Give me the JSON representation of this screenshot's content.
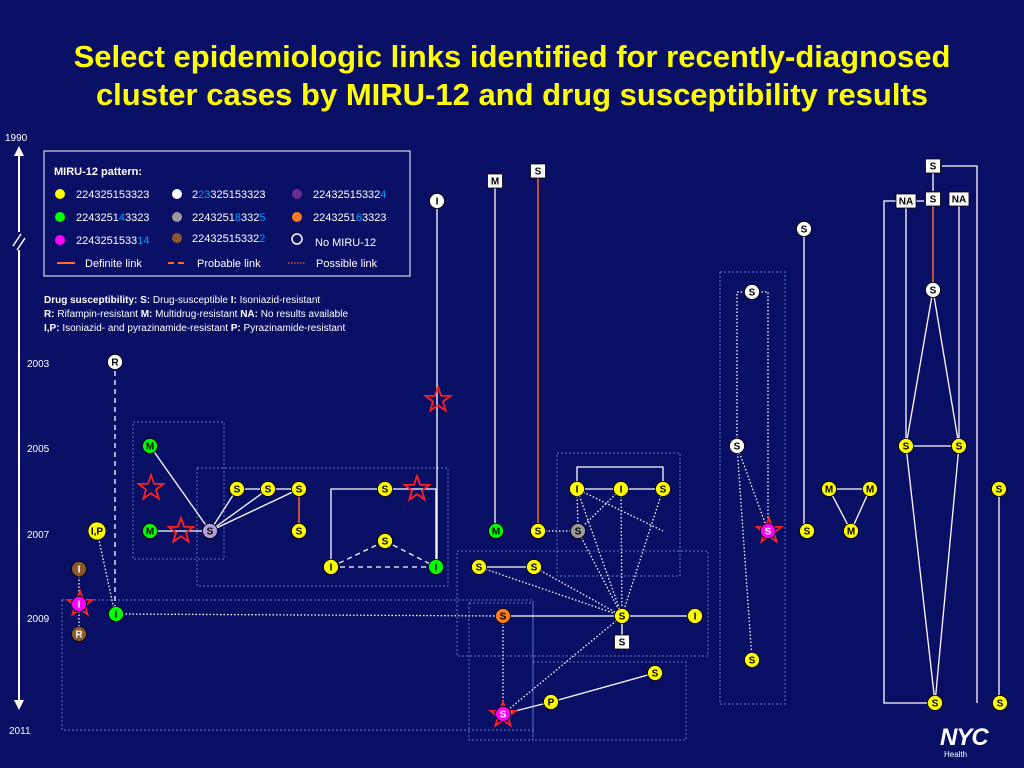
{
  "title": {
    "line1": "Select epidemiologic links identified for recently-diagnosed",
    "line2": "cluster cases by MIRU-12 and drug susceptibility results"
  },
  "timeline": {
    "years": [
      {
        "id": "y1990",
        "label": "1990"
      },
      {
        "id": "y2003",
        "label": "2003"
      },
      {
        "id": "y2005",
        "label": "2005"
      },
      {
        "id": "y2007",
        "label": "2007"
      },
      {
        "id": "y2009",
        "label": "2009"
      },
      {
        "id": "y2011",
        "label": "2011"
      }
    ]
  },
  "legend": {
    "heading": "MIRU-12 pattern:",
    "patterns": [
      {
        "key": "yellow",
        "color": "#ffff00",
        "parts": [
          {
            "t": "224325153323"
          }
        ]
      },
      {
        "key": "white",
        "color": "#ffffff",
        "parts": [
          {
            "t": "2"
          },
          {
            "t": "23",
            "hl": true
          },
          {
            "t": "325153323"
          }
        ]
      },
      {
        "key": "purple",
        "color": "#6a2d8c",
        "parts": [
          {
            "t": "22432515332"
          },
          {
            "t": "4",
            "hl": true
          }
        ]
      },
      {
        "key": "green",
        "color": "#00ff00",
        "parts": [
          {
            "t": "2243251"
          },
          {
            "t": "4",
            "hl": true
          },
          {
            "t": "3323"
          }
        ]
      },
      {
        "key": "gray",
        "color": "#9a9a9a",
        "parts": [
          {
            "t": "2243251"
          },
          {
            "t": "8",
            "hl": true
          },
          {
            "t": "332"
          },
          {
            "t": "5",
            "hl": true
          }
        ]
      },
      {
        "key": "orange",
        "color": "#ff7a20",
        "parts": [
          {
            "t": "2243251"
          },
          {
            "t": "6",
            "hl": true
          },
          {
            "t": "3323"
          }
        ]
      },
      {
        "key": "magenta",
        "color": "#ff00ff",
        "parts": [
          {
            "t": "2243251533"
          },
          {
            "t": "1",
            "hl": true
          },
          {
            "t": "4",
            "hl": true
          }
        ]
      },
      {
        "key": "brown",
        "color": "#8b5a2b",
        "parts": [
          {
            "t": "22432515332"
          },
          {
            "t": "2",
            "hl": true
          }
        ]
      },
      {
        "key": "nomiru",
        "color": "#ffffff",
        "outline": true,
        "parts": [
          {
            "t": "No MIRU-12"
          }
        ]
      }
    ],
    "links": [
      {
        "key": "definite",
        "label": "Definite link"
      },
      {
        "key": "probable",
        "label": "Probable link"
      },
      {
        "key": "possible",
        "label": "Possible link"
      }
    ],
    "highlight_color": "#00a0ff",
    "link_color": "#ff6a2a"
  },
  "drug": {
    "line1": [
      {
        "b": "Drug susceptibility:  S:"
      },
      {
        "t": " Drug-susceptible   "
      },
      {
        "b": "I:"
      },
      {
        "t": " Isoniazid-resistant"
      }
    ],
    "line2": [
      {
        "b": "R:"
      },
      {
        "t": " Rifampin-resistant   "
      },
      {
        "b": "M:"
      },
      {
        "t": " Multidrug-resistant   "
      },
      {
        "b": "NA:"
      },
      {
        "t": " No results available"
      }
    ],
    "line3": [
      {
        "b": "I,P:"
      },
      {
        "t": " Isoniazid- and pyrazinamide-resistant   "
      },
      {
        "b": "P:"
      },
      {
        "t": " Pyrazinamide-resistant"
      }
    ]
  },
  "colors": {
    "yellow": "#ffff00",
    "white": "#ffffff",
    "purple": "#6a2d8c",
    "green": "#00ff00",
    "gray": "#9a9a9a",
    "orange": "#ff7a20",
    "magenta": "#ff00ff",
    "brown": "#8b5a2b",
    "lavender": "#b39ddb",
    "box_border": "#5a78c8",
    "star": "#ff2020",
    "definite": "#ff6a2a"
  },
  "diagram": {
    "nodes": [
      {
        "id": "c1_R",
        "label": "R",
        "shape": "circle",
        "fill": "white"
      },
      {
        "id": "c1_IP",
        "label": "I,P",
        "shape": "circle",
        "fill": "yellow"
      },
      {
        "id": "c1_I_brown",
        "label": "I",
        "shape": "circle",
        "fill": "brown"
      },
      {
        "id": "c1_I_mag",
        "label": "I",
        "shape": "circle",
        "fill": "magenta"
      },
      {
        "id": "c1_R_brown",
        "label": "R",
        "shape": "circle",
        "fill": "brown"
      },
      {
        "id": "c1_I_green",
        "label": "I",
        "shape": "circle",
        "fill": "green"
      },
      {
        "id": "c2_M1",
        "label": "M",
        "shape": "circle",
        "fill": "green"
      },
      {
        "id": "c2_M2",
        "label": "M",
        "shape": "circle",
        "fill": "green"
      },
      {
        "id": "c2_S_lav",
        "label": "S",
        "shape": "circle",
        "fill": "lavender"
      },
      {
        "id": "c2_S1",
        "label": "S",
        "shape": "circle",
        "fill": "yellow"
      },
      {
        "id": "c2_S2",
        "label": "S",
        "shape": "circle",
        "fill": "yellow"
      },
      {
        "id": "c2_S3",
        "label": "S",
        "shape": "circle",
        "fill": "yellow"
      },
      {
        "id": "c2_S4",
        "label": "S",
        "shape": "circle",
        "fill": "yellow"
      },
      {
        "id": "c3_S1",
        "label": "S",
        "shape": "circle",
        "fill": "yellow"
      },
      {
        "id": "c3_S2",
        "label": "S",
        "shape": "circle",
        "fill": "yellow"
      },
      {
        "id": "c3_I1",
        "label": "I",
        "shape": "circle",
        "fill": "yellow"
      },
      {
        "id": "c3_I2",
        "label": "I",
        "shape": "circle",
        "fill": "green"
      },
      {
        "id": "c3_Itop",
        "label": "I",
        "shape": "circle",
        "fill": "white"
      },
      {
        "id": "c4_M_sq",
        "label": "M",
        "shape": "square"
      },
      {
        "id": "c4_M_green",
        "label": "M",
        "shape": "circle",
        "fill": "green"
      },
      {
        "id": "c4_S_sq",
        "label": "S",
        "shape": "square"
      },
      {
        "id": "c4_S_y",
        "label": "S",
        "shape": "circle",
        "fill": "yellow"
      },
      {
        "id": "c4_S_gray",
        "label": "S",
        "shape": "circle",
        "fill": "gray"
      },
      {
        "id": "c5_S1",
        "label": "S",
        "shape": "circle",
        "fill": "yellow"
      },
      {
        "id": "c5_S2",
        "label": "S",
        "shape": "circle",
        "fill": "yellow"
      },
      {
        "id": "c5_S_orange",
        "label": "S",
        "shape": "circle",
        "fill": "orange"
      },
      {
        "id": "c5_S_center",
        "label": "S",
        "shape": "circle",
        "fill": "yellow"
      },
      {
        "id": "c5_I_right",
        "label": "I",
        "shape": "circle",
        "fill": "yellow"
      },
      {
        "id": "c5_S_sq",
        "label": "S",
        "shape": "square"
      },
      {
        "id": "c5_S_mag",
        "label": "S",
        "shape": "circle",
        "fill": "magenta"
      },
      {
        "id": "c5_P",
        "label": "P",
        "shape": "circle",
        "fill": "yellow"
      },
      {
        "id": "c5_S_low",
        "label": "S",
        "shape": "circle",
        "fill": "yellow"
      },
      {
        "id": "c6_I1",
        "label": "I",
        "shape": "circle",
        "fill": "yellow"
      },
      {
        "id": "c6_I2",
        "label": "I",
        "shape": "circle",
        "fill": "yellow"
      },
      {
        "id": "c6_S",
        "label": "S",
        "shape": "circle",
        "fill": "yellow"
      },
      {
        "id": "c7_S_top",
        "label": "S",
        "shape": "circle",
        "fill": "white"
      },
      {
        "id": "c7_S_mid",
        "label": "S",
        "shape": "circle",
        "fill": "white"
      },
      {
        "id": "c7_S_mag",
        "label": "S",
        "shape": "circle",
        "fill": "magenta"
      },
      {
        "id": "c7_S_bot",
        "label": "S",
        "shape": "circle",
        "fill": "yellow"
      },
      {
        "id": "c8_S_top",
        "label": "S",
        "shape": "circle",
        "fill": "white"
      },
      {
        "id": "c8_S_bot",
        "label": "S",
        "shape": "circle",
        "fill": "yellow"
      },
      {
        "id": "c8_M1",
        "label": "M",
        "shape": "circle",
        "fill": "yellow"
      },
      {
        "id": "c8_M2",
        "label": "M",
        "shape": "circle",
        "fill": "yellow"
      },
      {
        "id": "c8_M3",
        "label": "M",
        "shape": "circle",
        "fill": "yellow"
      },
      {
        "id": "c9_S_sq_top",
        "label": "S",
        "shape": "square"
      },
      {
        "id": "c9_NA1",
        "label": "NA",
        "shape": "square"
      },
      {
        "id": "c9_S_sq",
        "label": "S",
        "shape": "square"
      },
      {
        "id": "c9_NA2",
        "label": "NA",
        "shape": "square"
      },
      {
        "id": "c9_S_white",
        "label": "S",
        "shape": "circle",
        "fill": "white"
      },
      {
        "id": "c9_S_l",
        "label": "S",
        "shape": "circle",
        "fill": "yellow"
      },
      {
        "id": "c9_S_r",
        "label": "S",
        "shape": "circle",
        "fill": "yellow"
      },
      {
        "id": "c9_S_bot",
        "label": "S",
        "shape": "circle",
        "fill": "yellow"
      },
      {
        "id": "c9_S_far_mid",
        "label": "S",
        "shape": "circle",
        "fill": "yellow"
      },
      {
        "id": "c9_S_far_bot",
        "label": "S",
        "shape": "circle",
        "fill": "yellow"
      }
    ]
  },
  "logo": {
    "mark": "NYC",
    "sub": "Health"
  }
}
